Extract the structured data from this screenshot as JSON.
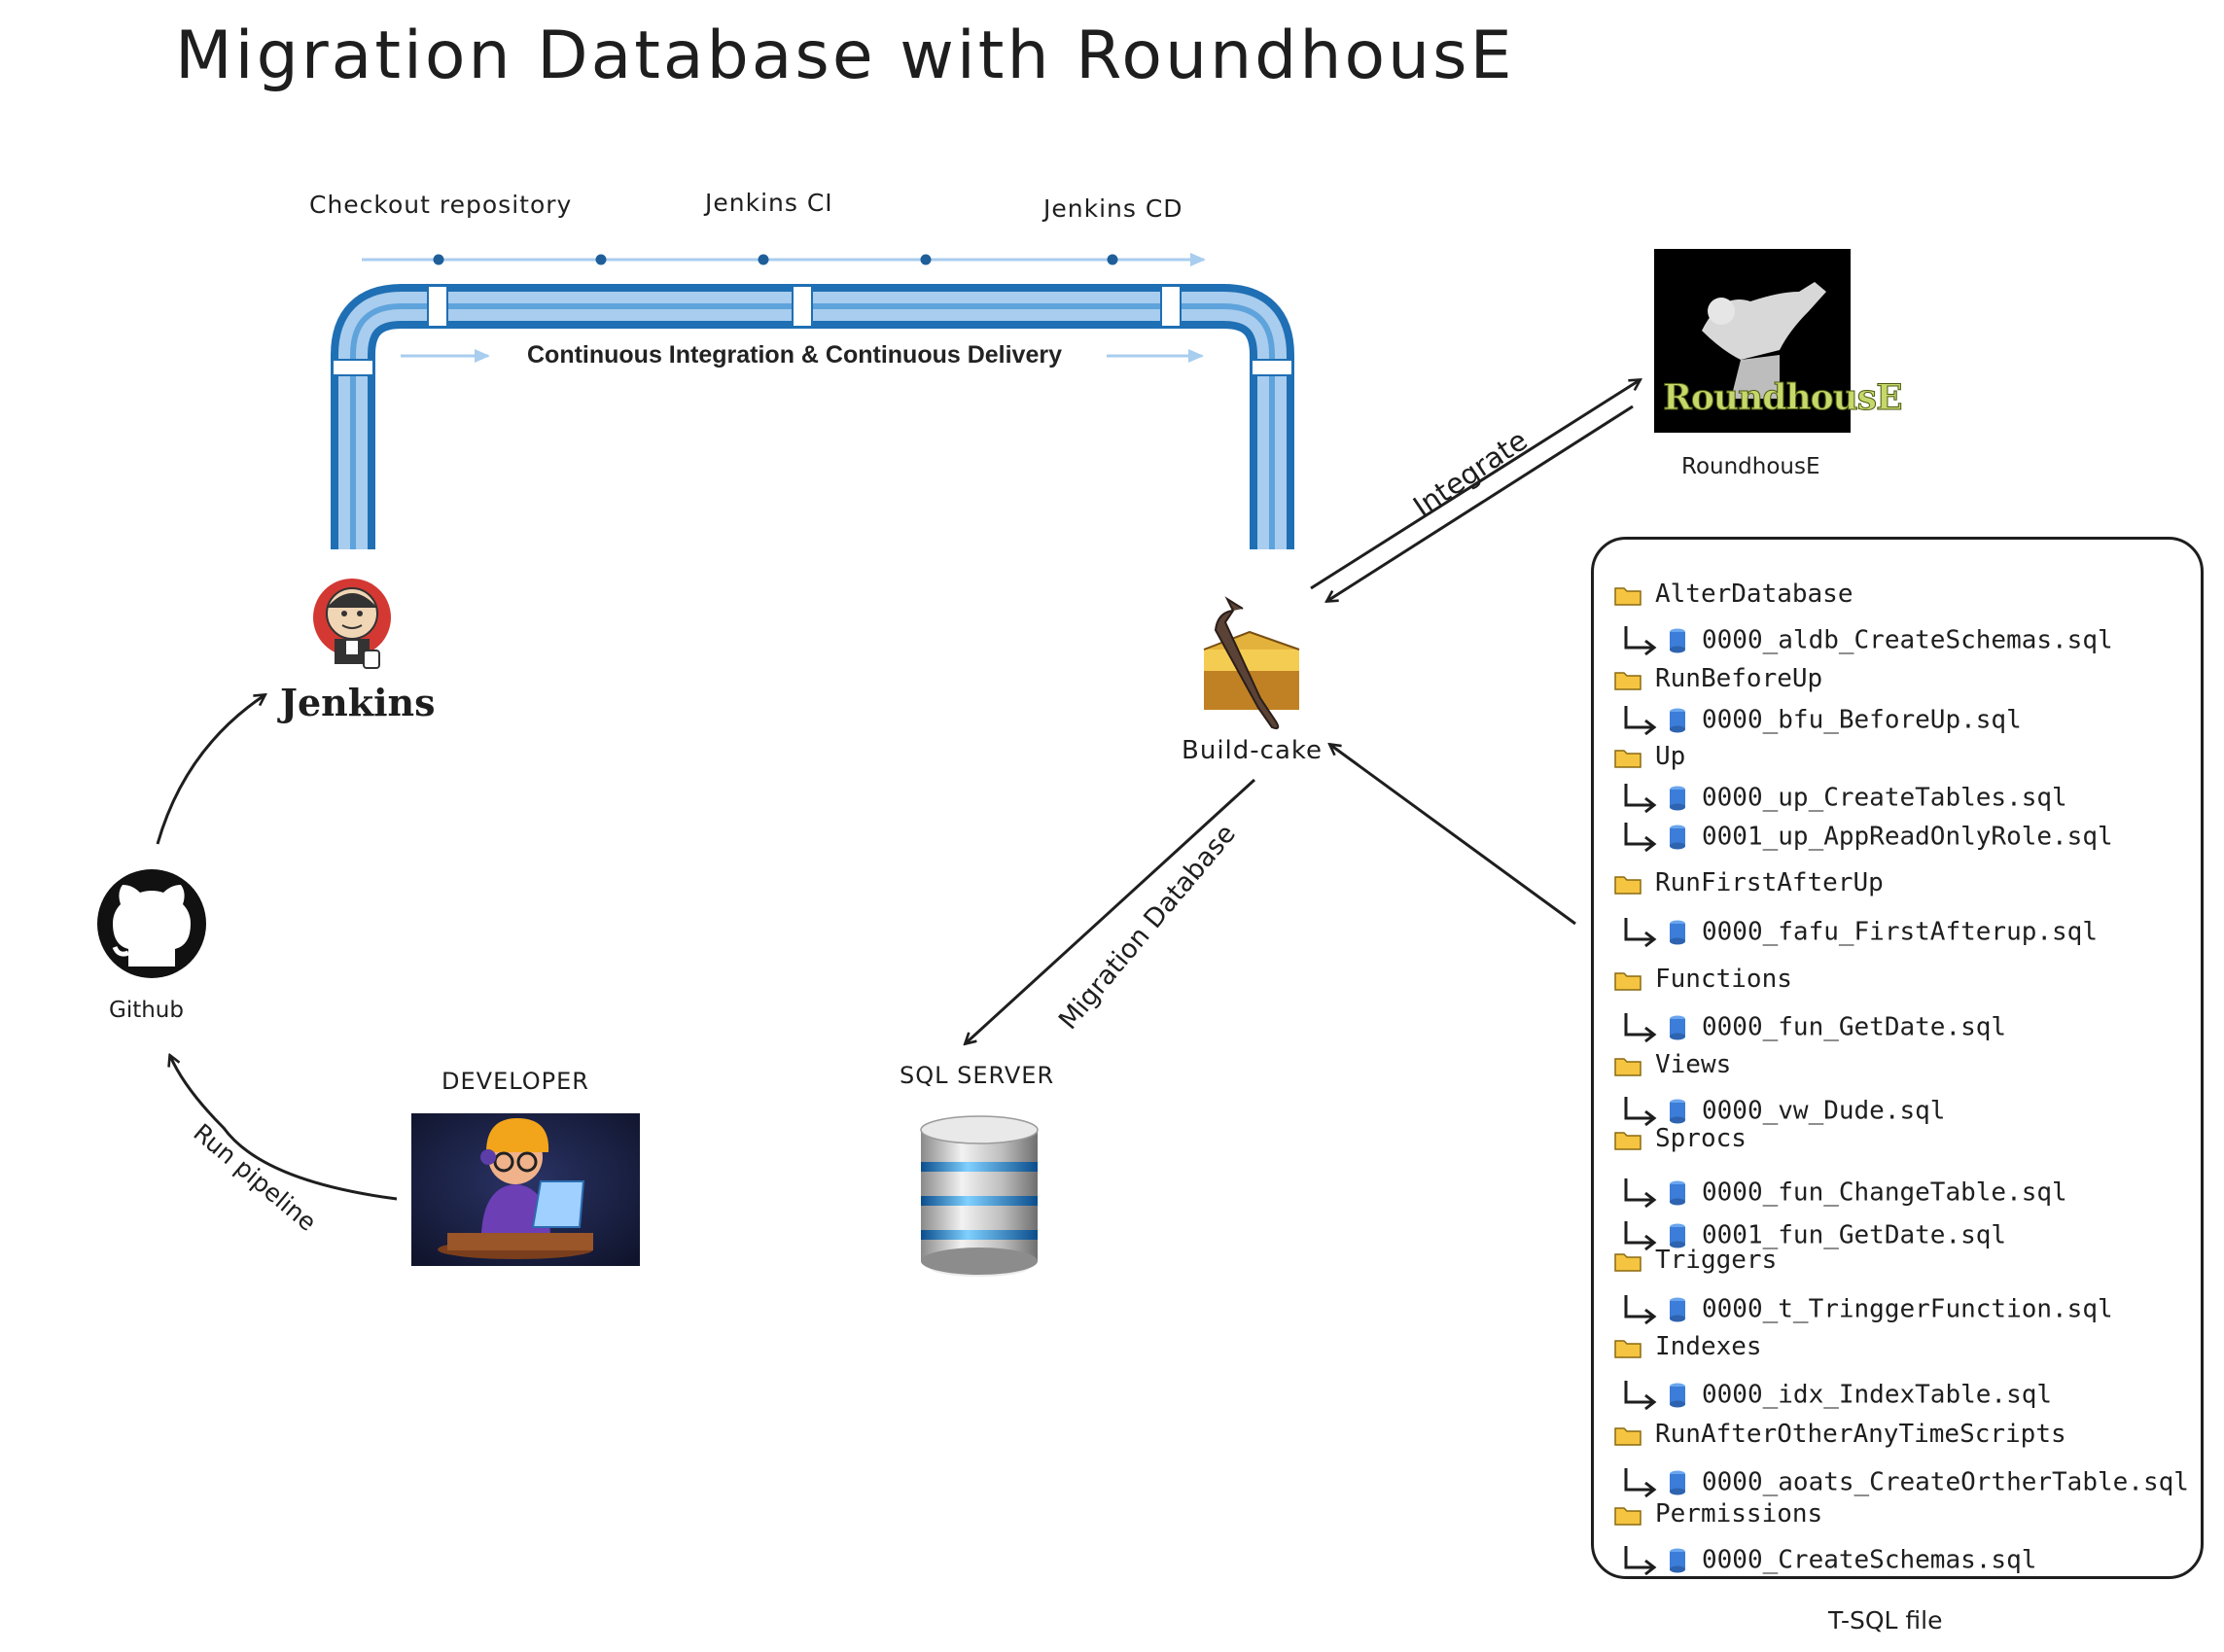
{
  "title": "Migration Database with RoundhousE",
  "pipeline": {
    "stages": [
      "Checkout repository",
      "Jenkins CI",
      "Jenkins CD"
    ],
    "caption": "Continuous Integration & Continuous Delivery"
  },
  "nodes": {
    "jenkins": "Jenkins",
    "github": "Github",
    "developer": "DEVELOPER",
    "sql_server": "SQL SERVER",
    "build_cake": "Build-cake",
    "roundhouse": "RoundhousE",
    "roundhouse_logo_text": "RoundhousE"
  },
  "edges": {
    "run_pipeline": "Run pipeline",
    "integrate": "Integrate",
    "migration_database": "Migration Database"
  },
  "tsql_label": "T-SQL file",
  "folders": [
    {
      "name": "AlterDatabase",
      "files": [
        "0000_aldb_CreateSchemas.sql"
      ]
    },
    {
      "name": "RunBeforeUp",
      "files": [
        "0000_bfu_BeforeUp.sql"
      ]
    },
    {
      "name": "Up",
      "files": [
        "0000_up_CreateTables.sql",
        "0001_up_AppReadOnlyRole.sql"
      ]
    },
    {
      "name": "RunFirstAfterUp",
      "files": [
        "0000_fafu_FirstAfterup.sql"
      ]
    },
    {
      "name": "Functions",
      "files": [
        "0000_fun_GetDate.sql"
      ]
    },
    {
      "name": "Views",
      "files": [
        "0000_vw_Dude.sql"
      ]
    },
    {
      "name": "Sprocs",
      "files": [
        "0000_fun_ChangeTable.sql",
        "0001_fun_GetDate.sql"
      ]
    },
    {
      "name": "Triggers",
      "files": [
        "0000_t_TringgerFunction.sql"
      ]
    },
    {
      "name": "Indexes",
      "files": [
        "0000_idx_IndexTable.sql"
      ]
    },
    {
      "name": "RunAfterOtherAnyTimeScripts",
      "files": [
        "0000_aoats_CreateOrtherTable.sql"
      ]
    },
    {
      "name": "Permissions",
      "files": [
        "0000_CreateSchemas.sql"
      ]
    }
  ],
  "colors": {
    "pipe": "#1f6fb4",
    "pipe_light": "#a9cdee",
    "folder": "#f5c542",
    "db": "#3b7dd8"
  }
}
